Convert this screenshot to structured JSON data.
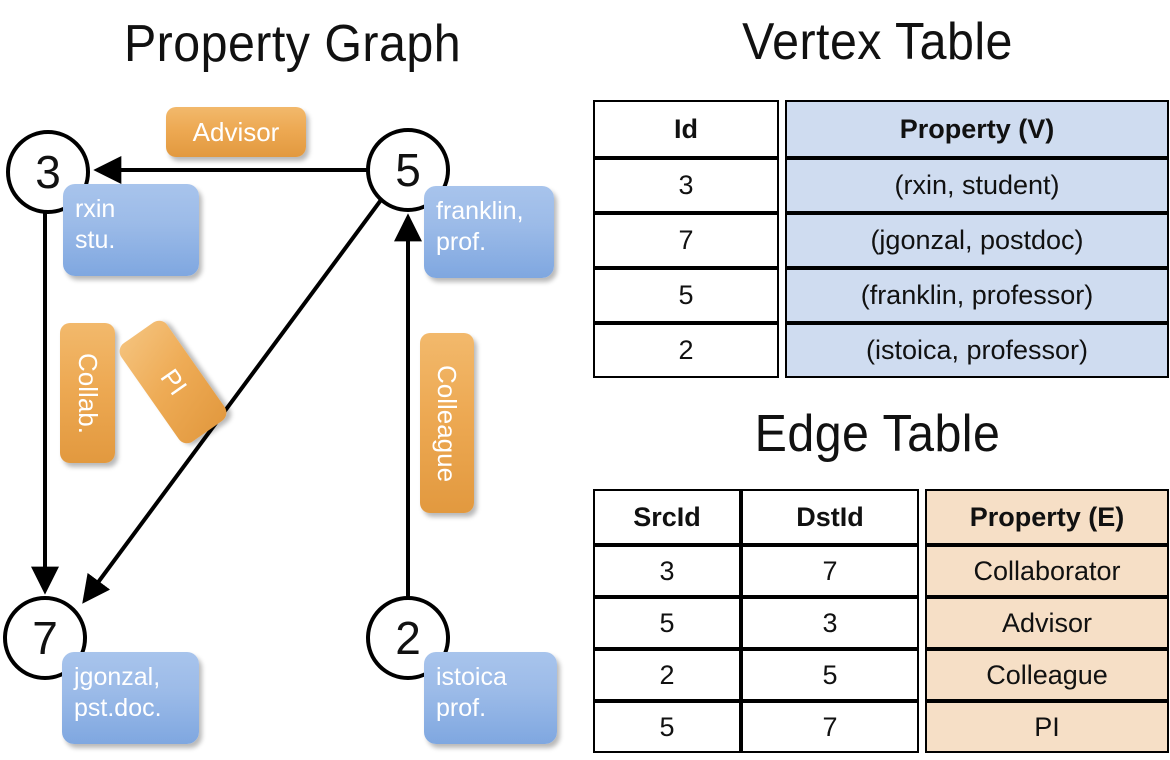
{
  "titles": {
    "property_graph": "Property Graph",
    "vertex_table": "Vertex Table",
    "edge_table": "Edge Table"
  },
  "graph": {
    "nodes": [
      {
        "id": "3",
        "label": "3",
        "props": [
          "rxin",
          "stu."
        ]
      },
      {
        "id": "5",
        "label": "5",
        "props": [
          "franklin,",
          "prof."
        ]
      },
      {
        "id": "7",
        "label": "7",
        "props": [
          "jgonzal,",
          "pst.doc."
        ]
      },
      {
        "id": "2",
        "label": "2",
        "props": [
          "istoica",
          "prof."
        ]
      }
    ],
    "edge_labels": [
      {
        "id": "advisor",
        "text": "Advisor"
      },
      {
        "id": "collab",
        "text": "Collab."
      },
      {
        "id": "pi",
        "text": "PI"
      },
      {
        "id": "colleague",
        "text": "Colleague"
      }
    ]
  },
  "vertex_table": {
    "headers": [
      "Id",
      "Property (V)"
    ],
    "rows": [
      [
        "3",
        "(rxin, student)"
      ],
      [
        "7",
        "(jgonzal, postdoc)"
      ],
      [
        "5",
        "(franklin, professor)"
      ],
      [
        "2",
        "(istoica, professor)"
      ]
    ]
  },
  "edge_table": {
    "headers": [
      "SrcId",
      "DstId",
      "Property (E)"
    ],
    "rows": [
      [
        "3",
        "7",
        "Collaborator"
      ],
      [
        "5",
        "3",
        "Advisor"
      ],
      [
        "2",
        "5",
        "Colleague"
      ],
      [
        "5",
        "7",
        "PI"
      ]
    ]
  },
  "colors": {
    "vertex_fill": "#cfdcf0",
    "edge_fill": "#f6dfc6",
    "node_box_blue": "#9cbbe8",
    "edge_box_orange": "#eda953",
    "stroke": "#000000"
  }
}
